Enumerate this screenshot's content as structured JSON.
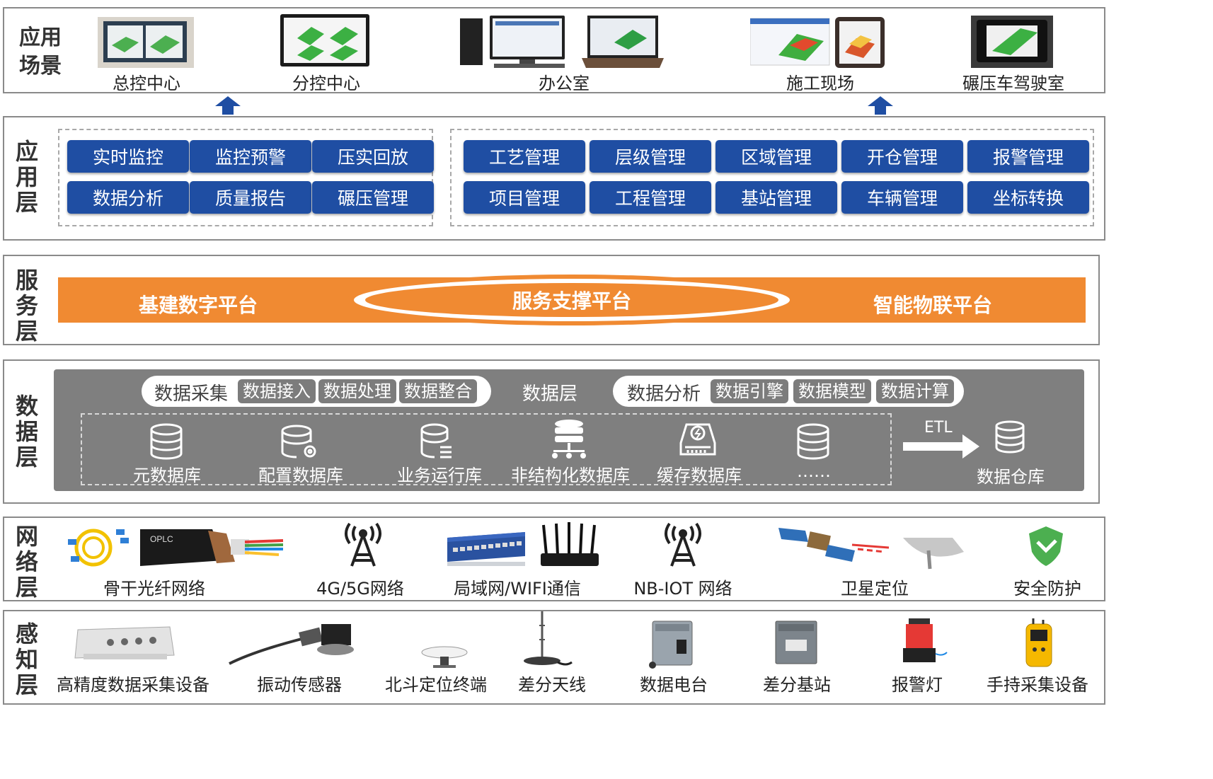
{
  "layers": {
    "scene": "应用场景",
    "app": "应用层",
    "service": "服务层",
    "data": "数据层",
    "network": "网络层",
    "sense": "感知层"
  },
  "scenes": [
    "总控中心",
    "分控中心",
    "办公室",
    "施工现场",
    "碾压车驾驶室"
  ],
  "app_group_left": [
    "实时监控",
    "监控预警",
    "压实回放",
    "数据分析",
    "质量报告",
    "碾压管理"
  ],
  "app_group_right": [
    "工艺管理",
    "层级管理",
    "区域管理",
    "开仓管理",
    "报警管理",
    "项目管理",
    "工程管理",
    "基站管理",
    "车辆管理",
    "坐标转换"
  ],
  "service": {
    "left": "基建数字平台",
    "center": "服务支撑平台",
    "right": "智能物联平台"
  },
  "data_layer": {
    "center_title": "数据层",
    "collect": {
      "label": "数据采集",
      "chips": [
        "数据接入",
        "数据处理",
        "数据整合"
      ]
    },
    "analysis": {
      "label": "数据分析",
      "chips": [
        "数据引擎",
        "数据模型",
        "数据计算"
      ]
    },
    "databases": [
      "元数据库",
      "配置数据库",
      "业务运行库",
      "非结构化数据库",
      "缓存数据库",
      "……"
    ],
    "etl": "ETL",
    "warehouse": "数据仓库"
  },
  "network": [
    "骨干光纤网络",
    "4G/5G网络",
    "局域网/WIFI通信",
    "NB-IOT 网络",
    "卫星定位",
    "安全防护"
  ],
  "fiber_brand": "OPLC",
  "sensing": [
    "高精度数据采集设备",
    "振动传感器",
    "北斗定位终端",
    "差分天线",
    "数据电台",
    "差分基站",
    "报警灯",
    "手持采集设备"
  ],
  "colors": {
    "app_button": "#1f4ea3",
    "service_band": "#f08a32",
    "data_panel": "#7f7f7f",
    "arrow": "#1f4ea3"
  }
}
